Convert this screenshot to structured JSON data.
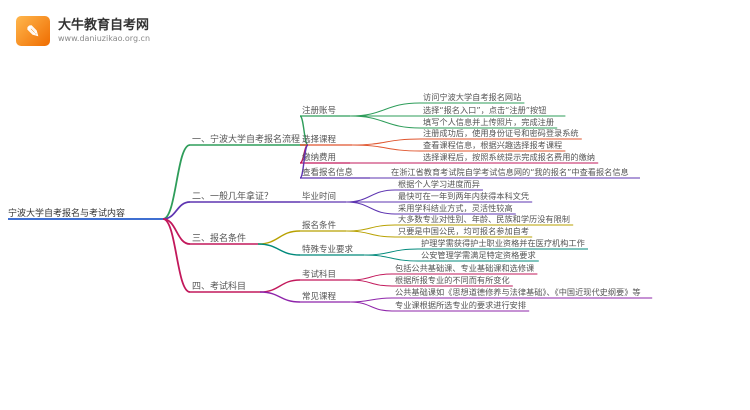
{
  "brand": {
    "icon_name": "graduation-book-icon",
    "name": "大牛教育自考网",
    "url": "www.daniuzikao.org.cn"
  },
  "mindmap": {
    "root": "宁波大学自考报名与考试内容",
    "root_color": "#3f6fd1",
    "branches": [
      {
        "label": "一、宁波大学自考报名流程",
        "color": "#2e9d5a",
        "children": [
          {
            "label": "注册账号",
            "color": "#2e9d5a",
            "leaves": [
              "访问宁波大学自考报名网站",
              "选择“报名入口”，点击“注册”按钮",
              "填写个人信息并上传照片，完成注册"
            ]
          },
          {
            "label": "选择课程",
            "color": "#e0552e",
            "leaves": [
              "注册成功后，使用身份证号和密码登录系统",
              "查看课程信息，根据兴趣选择报考课程"
            ]
          },
          {
            "label": "缴纳费用",
            "color": "#c2185b",
            "leaves": [
              "选择课程后，按照系统提示完成报名费用的缴纳"
            ]
          },
          {
            "label": "查看报名信息",
            "color": "#5e35b1",
            "leaves": [
              "在浙江省教育考试院自学考试信息网的“我的报名”中查看报名信息"
            ]
          }
        ]
      },
      {
        "label": "二、一般几年拿证？",
        "color": "#5e35b1",
        "children": [
          {
            "label": "毕业时间",
            "color": "#5e35b1",
            "leaves": [
              "根据个人学习进度而异",
              "最快可在一年到两年内获得本科文凭",
              "采用学科结业方式，灵活性较高"
            ]
          }
        ]
      },
      {
        "label": "三、报名条件",
        "color": "#c2185b",
        "children": [
          {
            "label": "报名条件",
            "color": "#b8a100",
            "leaves": [
              "大多数专业对性别、年龄、民族和学历没有限制",
              "只要是中国公民，均可报名参加自考"
            ]
          },
          {
            "label": "特殊专业要求",
            "color": "#00897b",
            "leaves": [
              "护理学需获得护士职业资格并在医疗机构工作",
              "公安管理学需满足特定资格要求"
            ]
          }
        ]
      },
      {
        "label": "四、考试科目",
        "color": "#c2185b",
        "children": [
          {
            "label": "考试科目",
            "color": "#c2185b",
            "leaves": [
              "包括公共基础课、专业基础课和选修课",
              "根据所报专业的不同而有所变化"
            ]
          },
          {
            "label": "常见课程",
            "color": "#8e24aa",
            "leaves": [
              "公共基础课如《思想道德修养与法律基础》、《中国近现代史纲要》等",
              "专业课根据所选专业的要求进行安排"
            ]
          }
        ]
      }
    ]
  }
}
